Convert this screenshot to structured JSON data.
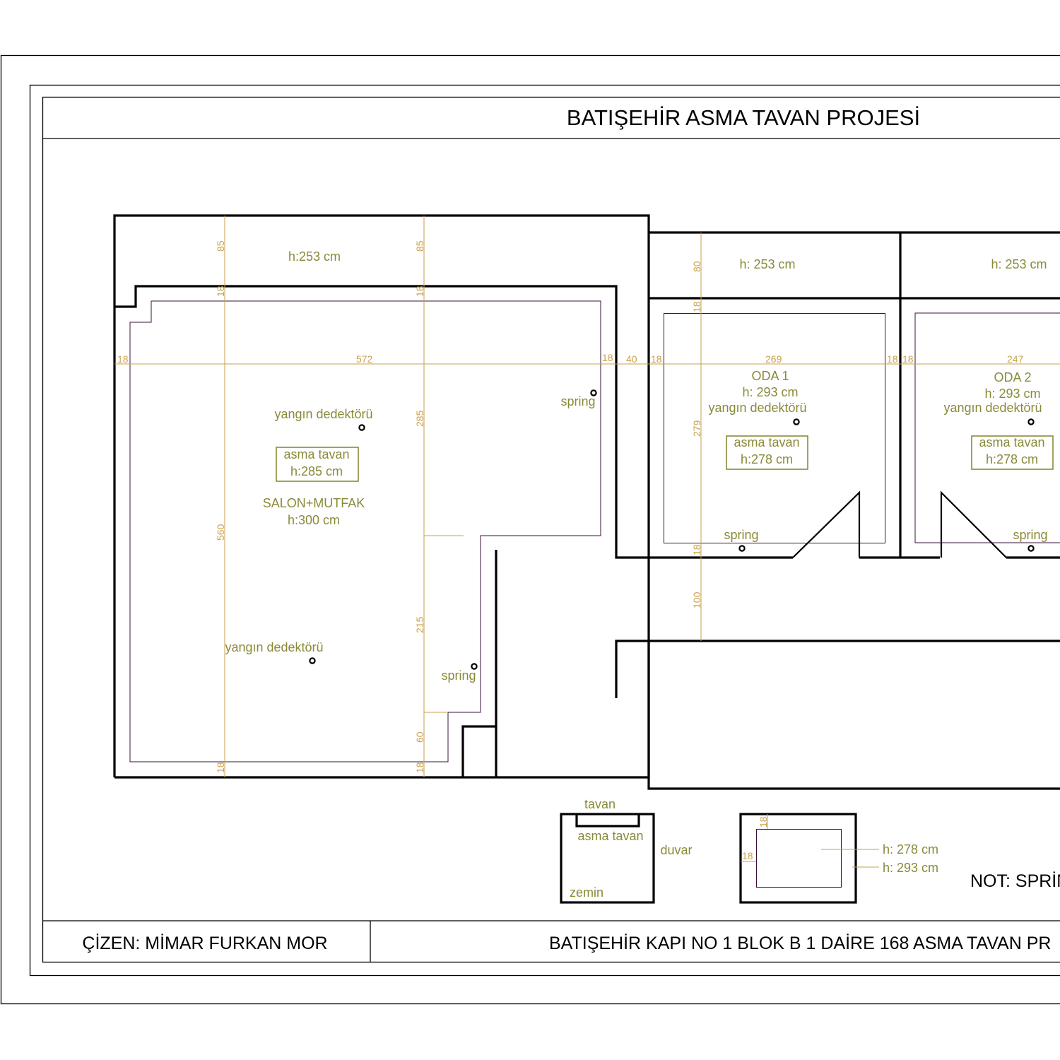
{
  "title": "BATIŞEHİR ASMA TAVAN PROJESİ",
  "footer": {
    "author": "ÇİZEN: MİMAR FURKAN MOR",
    "project": "BATIŞEHİR KAPI NO 1 BLOK B 1 DAİRE 168 ASMA TAVAN PR"
  },
  "note": "NOT: SPRİN",
  "rooms": {
    "salon": {
      "name": "SALON+MUTFAK",
      "height": "h:300 cm",
      "box_line1": "asma tavan",
      "box_line2": "h:285 cm",
      "strip_height": "h:253 cm",
      "detector1": "yangın dedektörü",
      "detector2": "yangın dedektörü",
      "spring1": "spring",
      "spring2": "spring"
    },
    "oda1": {
      "name": "ODA 1",
      "height": "h: 293 cm",
      "detector": "yangın dedektörü",
      "box_line1": "asma tavan",
      "box_line2": "h:278 cm",
      "strip_height": "h: 253 cm",
      "spring": "spring"
    },
    "oda2": {
      "name": "ODA 2",
      "height": "h: 293 cm",
      "detector": "yangın dedektörü",
      "box_line1": "asma tavan",
      "box_line2": "h:278 cm",
      "strip_height": "h: 253 cm",
      "spring": "spring"
    }
  },
  "dimensions": {
    "d85a": "85",
    "d85b": "85",
    "d18_1": "18",
    "d18_2": "18",
    "d18_left": "18",
    "d572": "572",
    "d18_r1": "18",
    "d40": "40",
    "d18_r2": "18",
    "d269": "269",
    "d18_r3": "18",
    "d18_r4": "18",
    "d247": "247",
    "d80": "80",
    "d18_v": "18",
    "d279": "279",
    "d18_v2": "18",
    "d100": "100",
    "d285": "285",
    "d560": "560",
    "d215": "215",
    "d60": "60",
    "d18_b1": "18",
    "d18_b2": "18"
  },
  "legend": {
    "section": {
      "tavan": "tavan",
      "asma_tavan": "asma tavan",
      "duvar": "duvar",
      "zemin": "zemin"
    },
    "plan": {
      "d18a": "18",
      "d18b": "18",
      "h1": "h: 278 cm",
      "h2": "h: 293 cm"
    }
  },
  "colors": {
    "lines": "#000000",
    "annotation": "#8a8a3a",
    "dimension": "#c9a24a",
    "ceiling_outline": "#3a1038"
  }
}
